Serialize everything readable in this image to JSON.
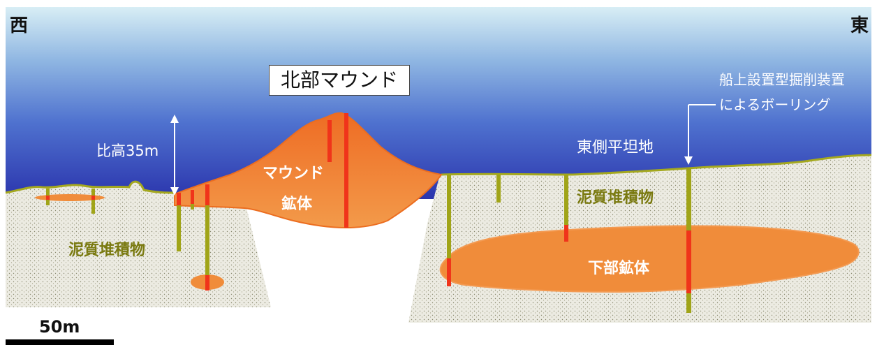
{
  "labels": {
    "west": "西",
    "east": "東",
    "mound_title": "北部マウンド",
    "relative_height": "比高35m",
    "mound_ore_line1": "マウンド",
    "mound_ore_line2": "鉱体",
    "east_flat": "東側平坦地",
    "drilling_line1": "船上設置型掘削装置",
    "drilling_line2": "によるボーリング",
    "sediment_west": "泥質堆積物",
    "sediment_east": "泥質堆積物",
    "lower_ore": "下部鉱体",
    "scale": "50m"
  },
  "colors": {
    "sea_top": "#d8eef5",
    "sea_mid": "#5f86d8",
    "sea_bottom": "#2e3cb0",
    "sediment": "#e9e6d8",
    "seafloor_line": "#a4a81e",
    "ore": "#f08c3a",
    "ore_edge": "#ec6d1f",
    "core_red": "#f0341a",
    "core_olive": "#a0a418"
  }
}
